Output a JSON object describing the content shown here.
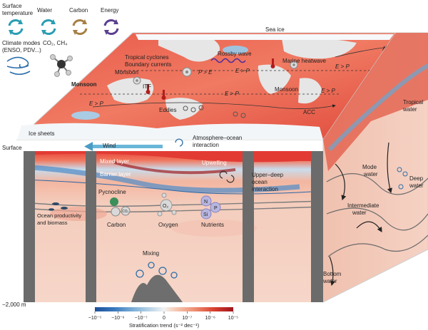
{
  "legend": {
    "items": [
      {
        "label_line1": "Surface",
        "label_line2": "temperature",
        "icon": "cycle-arrows-icon",
        "color": "#2a9db3"
      },
      {
        "label_line1": "Water",
        "label_line2": "",
        "icon": "cycle-arrows-icon",
        "color": "#2a9db3"
      },
      {
        "label_line1": "Carbon",
        "label_line2": "",
        "icon": "cycle-arrows-icon",
        "color": "#a77f45"
      },
      {
        "label_line1": "Energy",
        "label_line2": "",
        "icon": "cycle-arrows-icon",
        "color": "#5a3f8f"
      }
    ],
    "climate_modes_line1": "Climate modes",
    "climate_modes_line2": "(ENSO, PDV...)",
    "co2_ch4": "CO₂, CH₄"
  },
  "map_labels": {
    "sea_ice": "Sea ice",
    "tropical_cyclones": "Tropical cyclones",
    "boundary_currents": "Boundary currents",
    "rossby_wave": "Rossby wave",
    "marine_heatwave": "Marine heatwave",
    "amoc": "AMOC",
    "monsoon_1": "Monsoon",
    "monsoon_bold": "Monsoon",
    "monsoon_2": "Monsoon",
    "itf": "ITF",
    "eddies": "Eddies",
    "acc": "ACC",
    "ice_sheets": "Ice sheets",
    "p_gt_e": "P > E",
    "e_gt_p": "E > P"
  },
  "front_labels": {
    "surface": "Surface",
    "depth": "−2,000 m",
    "wind": "Wind",
    "atmosphere_ocean_line1": "Atmosphere–ocean",
    "atmosphere_ocean_line2": "interaction",
    "mixed_layer": "Mixed layer",
    "barrier_layer": "Barrier layer",
    "upwelling": "Upwelling",
    "upper_deep_line1": "Upper–deep",
    "upper_deep_line2": "ocean",
    "upper_deep_line3": "interaction",
    "pycnocline": "Pycnocline",
    "productivity_line1": "Ocean productivity",
    "productivity_line2": "and biomass",
    "carbon": "Carbon",
    "oxygen": "Oxygen",
    "nutrients": "Nutrients",
    "mixing": "Mixing",
    "o2": "O₂",
    "co2": "CO₂",
    "n": "N",
    "p": "P",
    "si": "Si"
  },
  "side_labels": {
    "tropical_line1": "Tropical",
    "tropical_line2": "water",
    "mode_line1": "Mode",
    "mode_line2": "water",
    "deep_line1": "Deep",
    "deep_line2": "water",
    "intermediate_line1": "Intermediate",
    "intermediate_line2": "water",
    "bottom_line1": "Bottom",
    "bottom_line2": "water"
  },
  "colorbar": {
    "ticks": [
      "−10⁻⁵",
      "−10⁻⁶",
      "−10⁻⁷",
      "0",
      "10⁻⁷",
      "10⁻⁶",
      "10⁻⁵"
    ],
    "label": "Stratification trend (s⁻² dec⁻¹)",
    "colors": [
      "#1d4f99",
      "#3a78bd",
      "#7fb0d8",
      "#c4dbe9",
      "#f2f2f2",
      "#f6cbb6",
      "#ee8f72",
      "#d9412f",
      "#a0141c"
    ]
  }
}
